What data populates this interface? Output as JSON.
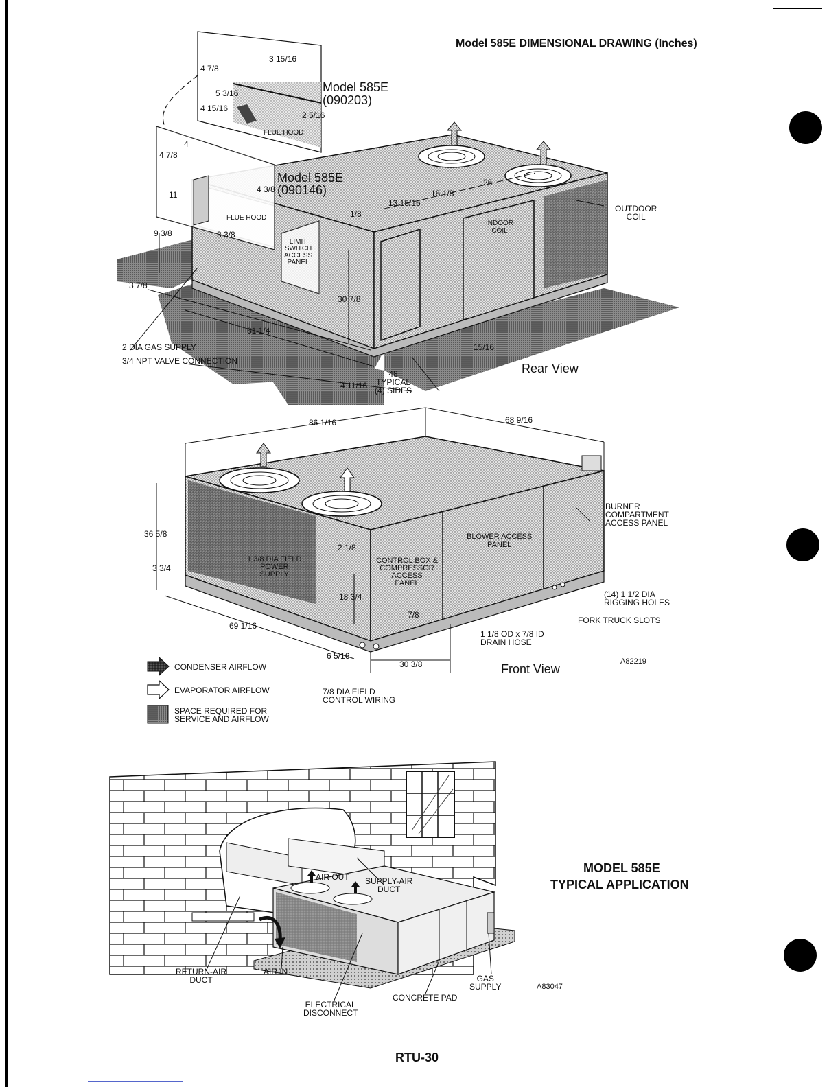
{
  "header": {
    "title": "Model 585E DIMENSIONAL DRAWING (Inches)"
  },
  "rear_view": {
    "view_label": "Rear View",
    "inset_top": {
      "model": "Model 585E",
      "code": "(090203)",
      "flue_hood": "FLUE HOOD",
      "dims": [
        "3 15/16",
        "4 7/8",
        "5 3/16",
        "4 15/16",
        "2 5/16"
      ]
    },
    "inset_mid": {
      "model": "Model 585E",
      "code": "(090146)",
      "flue_hood": "FLUE HOOD",
      "dims": [
        "4",
        "4 7/8",
        "11",
        "4 3/8",
        "3 3/8"
      ]
    },
    "labels": {
      "outdoor_coil": "OUTDOOR\nCOIL",
      "indoor_coil": "INDOOR\nCOIL",
      "limit_switch": "LIMIT\nSWITCH\nACCESS\nPANEL",
      "gas_supply": "2 DIA GAS SUPPLY",
      "valve": "3/4 NPT VALVE CONNECTION",
      "typical_48": "48\nTYPICAL\n(4) SIDES"
    },
    "dims": {
      "d_26": "26",
      "d_16_1_8": "16 1/8",
      "d_13_15_16": "13 15/16",
      "d_1_8": "1/8",
      "d_9_3_8": "9 3/8",
      "d_3_7_8": "3 7/8",
      "d_30_7_8": "30 7/8",
      "d_61_1_4": "61 1/4",
      "d_15_16": "15/16",
      "d_4_11_16": "4 11/16"
    }
  },
  "front_view": {
    "view_label": "Front View",
    "drawing_no": "A82219",
    "labels": {
      "burner": "BURNER\nCOMPARTMENT\nACCESS PANEL",
      "blower": "BLOWER ACCESS\nPANEL",
      "control_box": "CONTROL BOX &\nCOMPRESSOR\nACCESS\nPANEL",
      "field_power": "1 3/8 DIA FIELD\nPOWER\nSUPPLY",
      "rigging": "(14) 1 1/2 DIA\nRIGGING HOLES",
      "fork": "FORK TRUCK SLOTS",
      "drain": "1 1/8 OD x 7/8 ID\nDRAIN HOSE",
      "field_wiring": "7/8 DIA FIELD\nCONTROL WIRING"
    },
    "dims": {
      "d_86_1_16": "86 1/16",
      "d_68_9_16": "68 9/16",
      "d_36_5_8": "36 5/8",
      "d_3_3_4": "3 3/4",
      "d_2_1_8": "2 1/8",
      "d_18_3_4": "18 3/4",
      "d_7_8": "7/8",
      "d_69_1_16": "69 1/16",
      "d_6_5_16": "6 5/16",
      "d_30_3_8": "30 3/8"
    }
  },
  "legend": [
    {
      "icon": "condenser-airflow-arrow",
      "label": "CONDENSER AIRFLOW"
    },
    {
      "icon": "evaporator-airflow-arrow",
      "label": "EVAPORATOR AIRFLOW"
    },
    {
      "icon": "service-space-swatch",
      "label": "SPACE REQUIRED FOR\nSERVICE AND AIRFLOW"
    }
  ],
  "application": {
    "title_line1": "MODEL 585E",
    "title_line2": "TYPICAL APPLICATION",
    "drawing_no": "A83047",
    "labels": {
      "air_out": "AIR OUT",
      "supply_duct": "SUPPLY-AIR\nDUCT",
      "return_duct": "RETURN-AIR\nDUCT",
      "air_in": "AIR IN",
      "electrical": "ELECTRICAL\nDISCONNECT",
      "concrete": "CONCRETE PAD",
      "gas": "GAS\nSUPPLY"
    }
  },
  "footer": {
    "page_number": "RTU-30"
  },
  "colors": {
    "ink": "#111111",
    "shade": "#c8c8c8",
    "dark_shade": "#7a7a7a",
    "paper": "#ffffff"
  }
}
